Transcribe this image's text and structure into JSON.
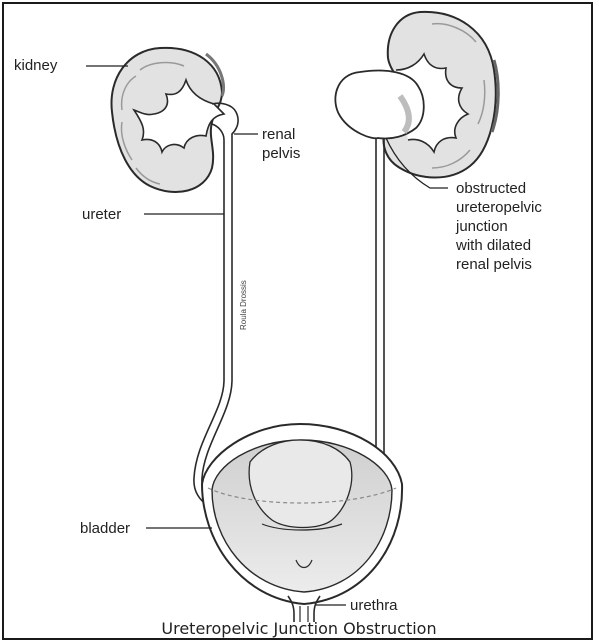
{
  "labels": {
    "kidney": "kidney",
    "renal_pelvis_1": "renal",
    "renal_pelvis_2": "pelvis",
    "ureter": "ureter",
    "obstructed_1": "obstructed",
    "obstructed_2": "ureteropelvic",
    "obstructed_3": "junction",
    "obstructed_4": "with dilated",
    "obstructed_5": "renal pelvis",
    "bladder": "bladder",
    "urethra": "urethra"
  },
  "caption": "Ureteropelvic Junction Obstruction",
  "signature": "Roula Drossis",
  "colors": {
    "outline": "#2a2a2a",
    "kidney_fill": "#e3e3e3",
    "kidney_dark": "#c8c8c8",
    "pelvis_fill": "#ffffff",
    "bladder_fill": "#d9d9d9"
  }
}
